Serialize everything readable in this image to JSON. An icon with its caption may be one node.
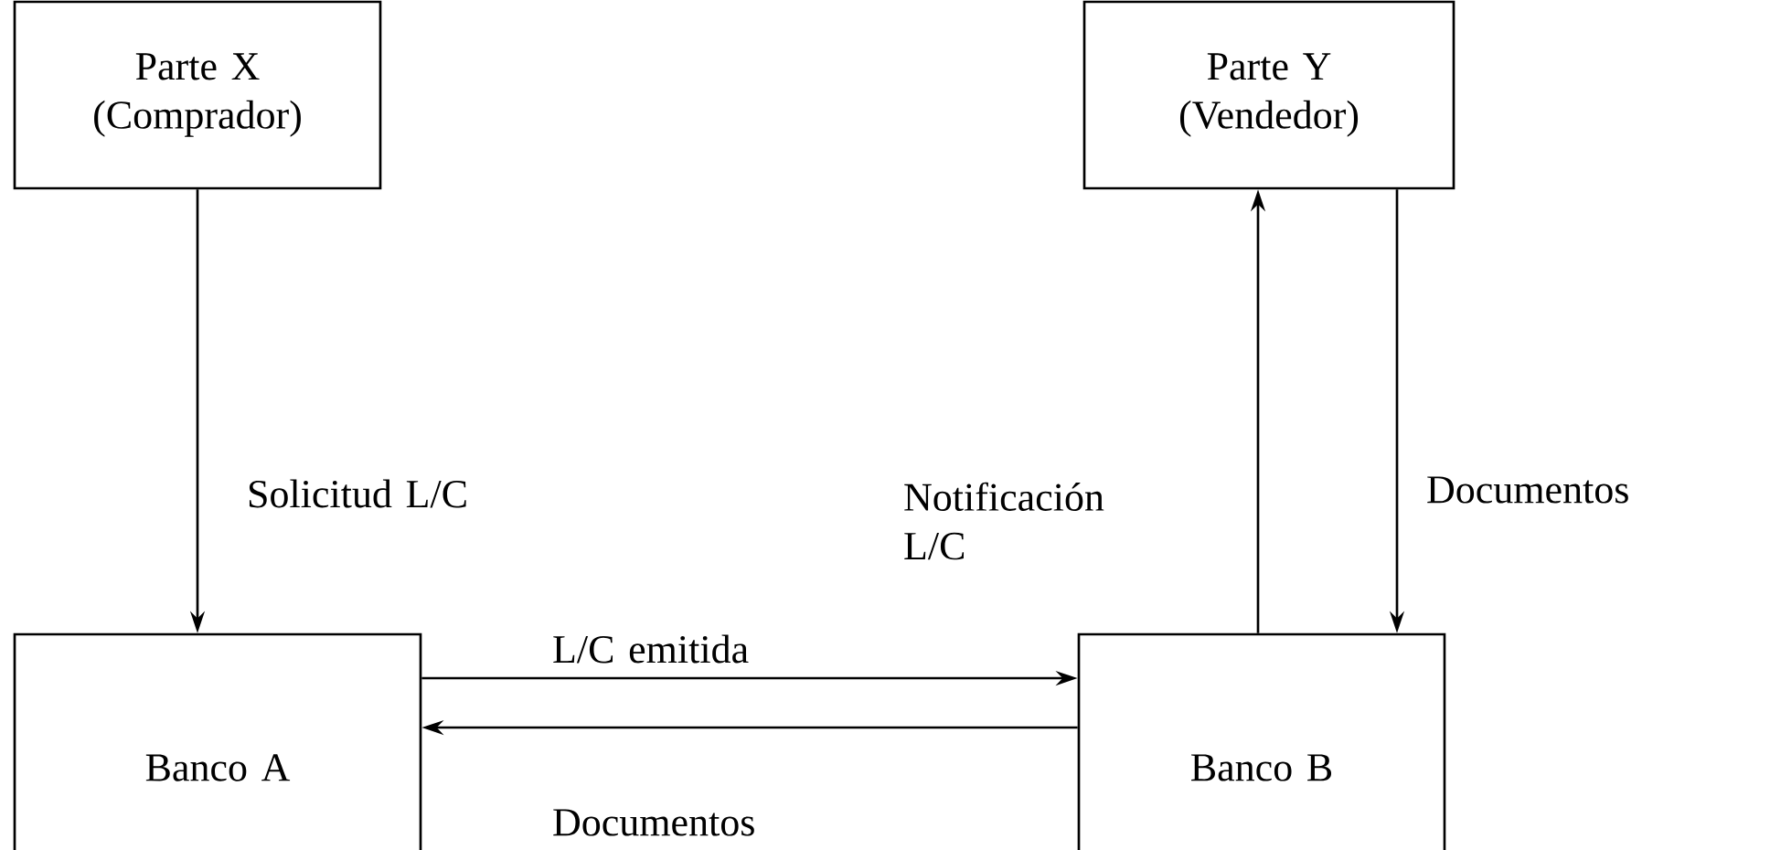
{
  "diagram": {
    "nodes": [
      {
        "text": [
          "Parte X (Comprador)"
        ]
      },
      {
        "text": [
          "Parte Y (Vendedor)"
        ]
      },
      {
        "text": [
          "Banco A"
        ]
      },
      {
        "text": [
          "Banco B"
        ]
      }
    ],
    "edges": [
      {
        "from": 0,
        "to": 2,
        "arrow": "to",
        "label": "Solicitud L/C"
      },
      {
        "from": 3,
        "to": 1,
        "arrow": "to",
        "label": "Notificación L/C"
      },
      {
        "from": 1,
        "to": 3,
        "arrow": "to",
        "label": "Documentos"
      },
      {
        "from": 2,
        "to": 3,
        "arrow": "to",
        "label": "L/C emitida"
      },
      {
        "from": 3,
        "to": 2,
        "arrow": "to",
        "label": "Documentos"
      }
    ]
  }
}
